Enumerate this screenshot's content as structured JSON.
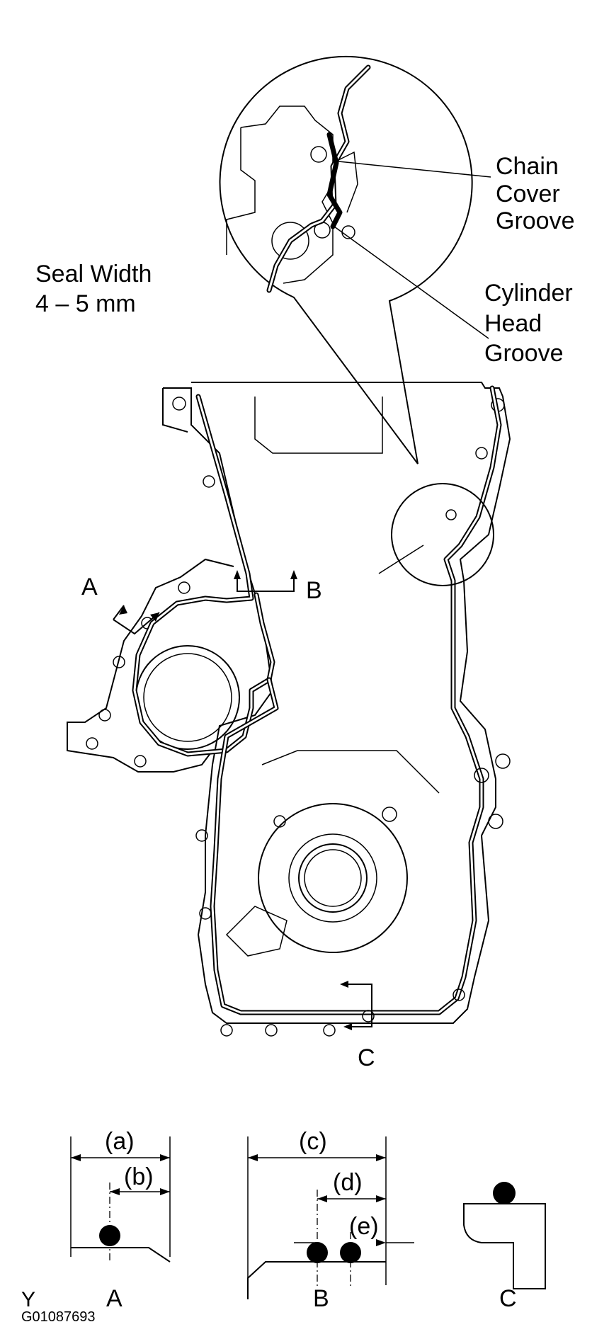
{
  "callouts": {
    "chain_cover_groove": [
      "Chain",
      "Cover",
      "Groove"
    ],
    "cylinder_head_groove": [
      "Cylinder",
      "Head",
      "Groove"
    ],
    "seal_width": [
      "Seal Width",
      "4 – 5 mm"
    ]
  },
  "section_markers": {
    "a": "A",
    "b": "B",
    "c": "C"
  },
  "dimensions": {
    "a": "(a)",
    "b": "(b)",
    "c": "(c)",
    "d": "(d)",
    "e": "(e)"
  },
  "section_labels": {
    "a": "A",
    "b": "B",
    "c": "C"
  },
  "footer": {
    "code_letter": "Y",
    "figure_id": "G01087693"
  }
}
